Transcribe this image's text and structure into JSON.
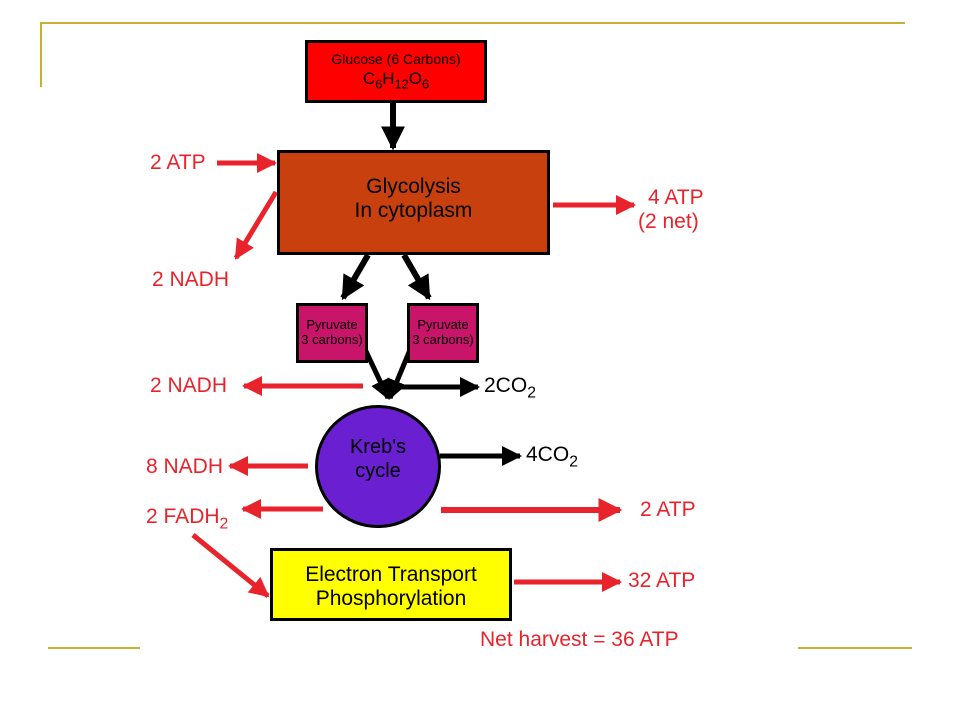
{
  "glucose": {
    "line1": "Glucose (6 Carbons)",
    "f_c": "C",
    "f_6": "6",
    "f_h": "H",
    "f_12": "12",
    "f_o": "O",
    "f_6b": "6",
    "color": "#ff0000"
  },
  "glycolysis": {
    "line1": "Glycolysis",
    "line2": "In cytoplasm",
    "color": "#c8400e"
  },
  "pyruvate": {
    "line1": "Pyruvate",
    "line2": "3 carbons)",
    "color": "#c8156a"
  },
  "krebs": {
    "line1": "Kreb's",
    "line2": "cycle",
    "color": "#6a1fd0"
  },
  "etc": {
    "line1": "Electron Transport",
    "line2": "Phosphorylation",
    "color": "#ffff00"
  },
  "labels": {
    "atp_in": "2 ATP",
    "nadh_glycolysis": "2 NADH",
    "atp_glycolysis_1": "4 ATP",
    "atp_glycolysis_2": "(2 net)",
    "nadh_pyruvate": "2 NADH",
    "co2_pyruvate_prefix": "2CO",
    "co2_pyruvate_sub": "2",
    "co2_krebs_prefix": "4CO",
    "co2_krebs_sub": "2",
    "nadh_krebs": "8 NADH",
    "fadh_prefix": "2 FADH",
    "fadh_sub": "2",
    "atp_krebs": "2 ATP",
    "atp_etc": "32 ATP",
    "net_harvest": "Net harvest = 36 ATP"
  },
  "colors": {
    "red_arrow": "#e8232b",
    "black_arrow": "#000000",
    "decor_line": "#c8b030"
  }
}
